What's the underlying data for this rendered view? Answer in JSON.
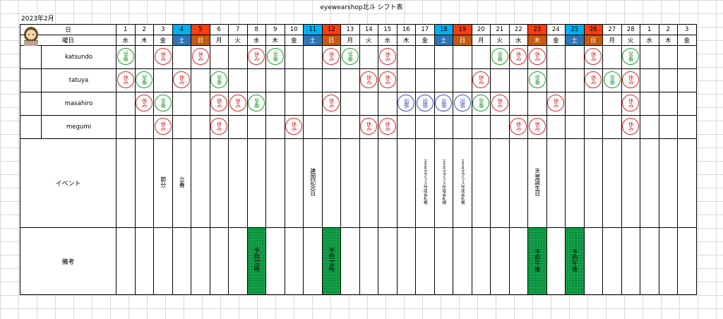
{
  "sheet": {
    "title": "eyewearshop北斗 シフト表",
    "month_label": "2023年2月"
  },
  "header": {
    "day_label": "日",
    "weekday_label": "曜日",
    "event_label": "イベント",
    "notes_label": "備考"
  },
  "days": [
    {
      "d": "1",
      "w": "水",
      "t": ""
    },
    {
      "d": "2",
      "w": "木",
      "t": ""
    },
    {
      "d": "3",
      "w": "金",
      "t": ""
    },
    {
      "d": "4",
      "w": "土",
      "t": "sat"
    },
    {
      "d": "5",
      "w": "日",
      "t": "sun"
    },
    {
      "d": "6",
      "w": "月",
      "t": ""
    },
    {
      "d": "7",
      "w": "火",
      "t": ""
    },
    {
      "d": "8",
      "w": "水",
      "t": ""
    },
    {
      "d": "9",
      "w": "木",
      "t": ""
    },
    {
      "d": "10",
      "w": "金",
      "t": ""
    },
    {
      "d": "11",
      "w": "土",
      "t": "sat"
    },
    {
      "d": "12",
      "w": "日",
      "t": "sun"
    },
    {
      "d": "13",
      "w": "月",
      "t": ""
    },
    {
      "d": "14",
      "w": "火",
      "t": ""
    },
    {
      "d": "15",
      "w": "水",
      "t": ""
    },
    {
      "d": "16",
      "w": "木",
      "t": ""
    },
    {
      "d": "17",
      "w": "金",
      "t": ""
    },
    {
      "d": "18",
      "w": "土",
      "t": "sat"
    },
    {
      "d": "19",
      "w": "日",
      "t": "sun"
    },
    {
      "d": "20",
      "w": "月",
      "t": ""
    },
    {
      "d": "21",
      "w": "火",
      "t": ""
    },
    {
      "d": "22",
      "w": "水",
      "t": ""
    },
    {
      "d": "23",
      "w": "木",
      "t": "sun"
    },
    {
      "d": "24",
      "w": "金",
      "t": ""
    },
    {
      "d": "25",
      "w": "土",
      "t": "sat"
    },
    {
      "d": "26",
      "w": "日",
      "t": "sun"
    },
    {
      "d": "27",
      "w": "月",
      "t": ""
    },
    {
      "d": "28",
      "w": "火",
      "t": ""
    },
    {
      "d": "1",
      "w": "水",
      "t": ""
    },
    {
      "d": "2",
      "w": "木",
      "t": ""
    },
    {
      "d": "3",
      "w": "金",
      "t": ""
    }
  ],
  "stamp_labels": {
    "kyu": "休み",
    "haya": "早番",
    "shu": "出張"
  },
  "staff": [
    {
      "name": "katsundo",
      "avatar": "bald-glasses",
      "shifts": {
        "0": "haya",
        "2": "kyu",
        "4": "kyu",
        "7": "kyu",
        "8": "haya",
        "11": "kyu",
        "12": "haya",
        "14": "kyu",
        "20": "haya",
        "21": "kyu",
        "22": "kyu",
        "25": "kyu",
        "27": "haya"
      }
    },
    {
      "name": "tatuya",
      "avatar": "cap",
      "shifts": {
        "0": "kyu",
        "1": "haya",
        "3": "kyu",
        "5": "haya",
        "13": "kyu",
        "14": "kyu",
        "19": "kyu",
        "22": "haya",
        "25": "kyu",
        "26": "haya",
        "27": "kyu"
      }
    },
    {
      "name": "masahiro",
      "avatar": "glasses",
      "shifts": {
        "1": "kyu",
        "2": "haya",
        "5": "kyu",
        "6": "kyu",
        "7": "haya",
        "11": "kyu",
        "15": "shu",
        "16": "shu",
        "17": "shu",
        "18": "shu",
        "19": "haya",
        "20": "kyu",
        "23": "kyu",
        "27": "kyu"
      }
    },
    {
      "name": "megumi",
      "avatar": "woman",
      "shifts": {
        "2": "kyu",
        "5": "kyu",
        "9": "kyu",
        "13": "kyu",
        "14": "kyu",
        "21": "kyu",
        "22": "kyu",
        "27": "kyu"
      }
    }
  ],
  "events": [
    {
      "col": 2,
      "text": "節分",
      "size": "n"
    },
    {
      "col": 3,
      "text": "立春",
      "size": "n"
    },
    {
      "col": 10,
      "text": "建国記念日",
      "size": "n"
    },
    {
      "col": 16,
      "text": "innochiグラス作成会札幌",
      "size": "s"
    },
    {
      "col": 17,
      "text": "innochiグラス作成会札幌",
      "size": "s"
    },
    {
      "col": 18,
      "text": "innochiグラス作成会札幌",
      "size": "s"
    },
    {
      "col": 22,
      "text": "天皇誕生日",
      "size": "n"
    }
  ],
  "notes": [
    {
      "col": 7,
      "text": "予約16時"
    },
    {
      "col": 11,
      "text": "予約14時"
    },
    {
      "col": 22,
      "text": "予約午後"
    },
    {
      "col": 24,
      "text": "予約午後"
    }
  ],
  "colors": {
    "saturday": "#00b0f0",
    "sunday": "#ff3b10",
    "off": "#d22222",
    "early": "#1a9e2a",
    "trip": "#3b4bc8",
    "note": "#12a34a"
  }
}
